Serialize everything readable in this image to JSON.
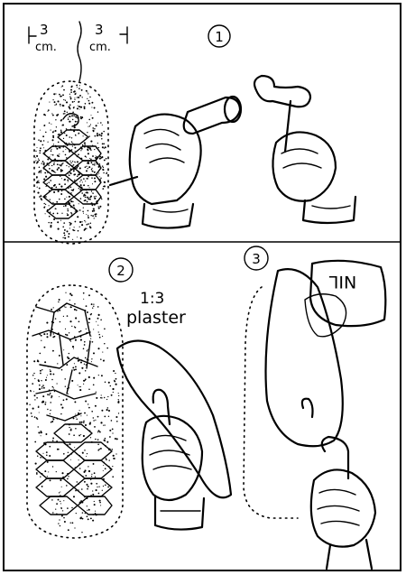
{
  "panels": {
    "one": {
      "step_number": "1",
      "dimension_left_value": "3",
      "dimension_left_unit": "cm.",
      "dimension_right_value": "3",
      "dimension_right_unit": "cm."
    },
    "two": {
      "step_number": "2",
      "mix_ratio": "1:3",
      "mix_material": "plaster"
    },
    "three": {
      "step_number": "3",
      "can_label": "NIL"
    }
  },
  "colors": {
    "ink": "#000000",
    "paper": "#ffffff"
  }
}
